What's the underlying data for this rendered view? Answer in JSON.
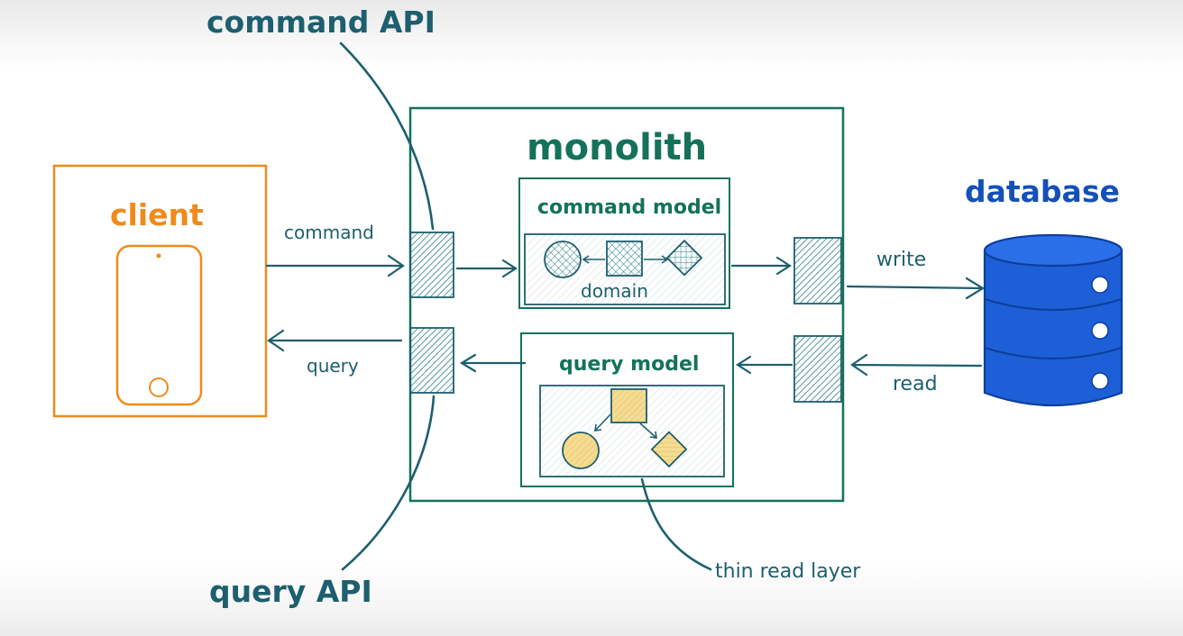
{
  "labels": {
    "command_api": "command API",
    "query_api": "query API",
    "monolith": "monolith",
    "client": "client",
    "database": "database",
    "command_arrow": "command",
    "query_arrow": "query",
    "write_arrow": "write",
    "read_arrow": "read",
    "command_model": "command model",
    "query_model": "query model",
    "domain": "domain",
    "thin_read_layer": "thin read layer"
  },
  "colors": {
    "teal": "#1d5f6e",
    "green": "#14725a",
    "orange": "#ef8a1b",
    "blue": "#1450b8",
    "yellow": "#f2d68a"
  }
}
